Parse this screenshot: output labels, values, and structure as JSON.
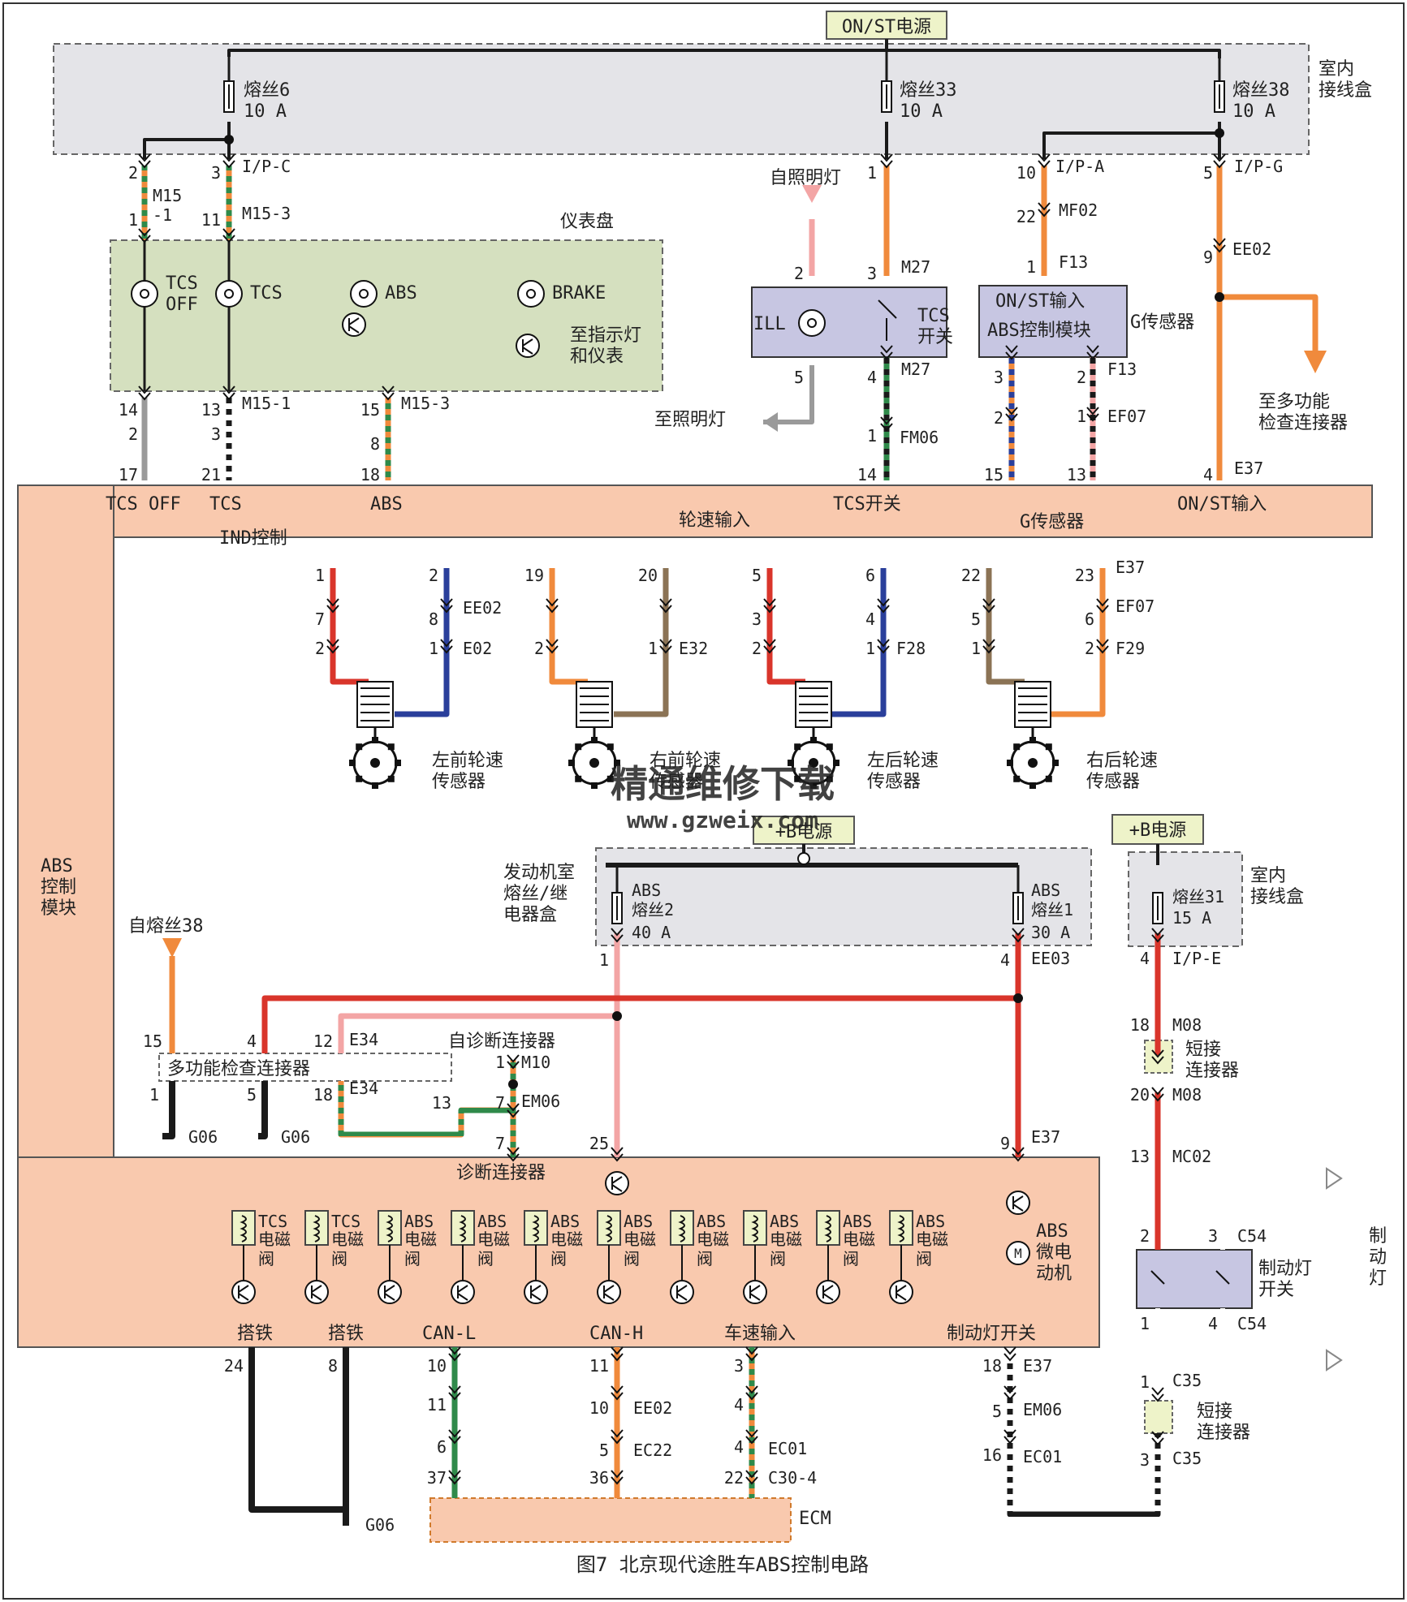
{
  "title": "图7  北京现代途胜车ABS控制电路",
  "power": {
    "on_st": "ON/ST电源",
    "b_plus_engine": "+B电源",
    "b_plus_cabin": "+B电源"
  },
  "junction_box": {
    "label": "室内\n接线盒",
    "fuses": [
      {
        "name": "熔丝6",
        "rating": "10 A"
      },
      {
        "name": "熔丝33",
        "rating": "10 A"
      },
      {
        "name": "熔丝38",
        "rating": "10 A"
      }
    ]
  },
  "cluster": {
    "label": "仪表盘",
    "lamps": [
      "TCS\nOFF",
      "TCS",
      "ABS",
      "BRAKE"
    ],
    "to_indicators": "至指示灯\n和仪表"
  },
  "tcs_switch": {
    "ill": "ILL",
    "label": "TCS\n开关",
    "from_illum": "自照明灯",
    "to_illum": "至照明灯"
  },
  "g_sensor": {
    "box_line1": "ON/ST输入",
    "box_line2": "ABS控制模块",
    "label": "G传感器"
  },
  "to_multi_connector": "至多功能\n检查连接器",
  "abs_module": {
    "label": "ABS\n控制\n模块",
    "inputs_top": [
      "TCS OFF",
      "TCS",
      "ABS",
      "TCS开关",
      "ON/ST输入"
    ],
    "ind_control": "IND控制",
    "g_sensor_label": "G传感器",
    "wheel_speed_input": "轮速输入",
    "diag_connector": "诊断连接器",
    "solenoids": [
      {
        "name": "TCS",
        "desc": "电磁\n阀"
      },
      {
        "name": "TCS",
        "desc": "电磁\n阀"
      },
      {
        "name": "ABS",
        "desc": "电磁\n阀"
      },
      {
        "name": "ABS",
        "desc": "电磁\n阀"
      },
      {
        "name": "ABS",
        "desc": "电磁\n阀"
      },
      {
        "name": "ABS",
        "desc": "电磁\n阀"
      },
      {
        "name": "ABS",
        "desc": "电磁\n阀"
      },
      {
        "name": "ABS",
        "desc": "电磁\n阀"
      },
      {
        "name": "ABS",
        "desc": "电磁\n阀"
      },
      {
        "name": "ABS",
        "desc": "电磁\n阀"
      }
    ],
    "motor_label": "ABS\n微电\n动机",
    "bottom_labels": [
      "搭铁",
      "搭铁",
      "CAN-L",
      "CAN-H",
      "车速输入",
      "制动灯开关"
    ]
  },
  "wheel_sensors": [
    "左前轮速\n传感器",
    "右前轮速\n传感器",
    "左后轮速\n传感器",
    "右后轮速\n传感器"
  ],
  "engine_fuse_box": {
    "label": "发动机室\n熔丝/继\n电器盒",
    "fuses": [
      {
        "name": "ABS\n熔丝2",
        "rating": "40 A"
      },
      {
        "name": "ABS\n熔丝1",
        "rating": "30 A"
      }
    ]
  },
  "cabin_box2": {
    "label": "室内\n接线盒",
    "fuse": "熔丝31",
    "rating": "15 A"
  },
  "from_fuse38": "自熔丝38",
  "multi_connector": "多功能检查连接器",
  "self_diag_connector": "自诊断连接器",
  "short_connector": "短接\n连接器",
  "brake_switch": {
    "label": "制动灯\n开关",
    "side": "制\n动\n灯"
  },
  "ecm": "ECM",
  "watermark": {
    "cn": "精通维修下载",
    "url": "www.gzweix.com"
  },
  "connectors": {
    "ip_c": "I/P-C",
    "ip_a": "I/P-A",
    "ip_g": "I/P-G",
    "ip_e": "I/P-E",
    "m15": "M15\n-1",
    "m15_3": "M15-3",
    "m15_1": "M15-1",
    "m27": "M27",
    "mf02": "MF02",
    "f13": "F13",
    "ee02": "EE02",
    "ef07": "EF07",
    "fm06": "FM06",
    "e37": "E37",
    "e02": "E02",
    "e32": "E32",
    "f28": "F28",
    "f29": "F29",
    "ee03": "EE03",
    "e34": "E34",
    "m10": "M10",
    "em06": "EM06",
    "g06": "G06",
    "m08": "M08",
    "mc02": "MC02",
    "c54": "C54",
    "c35": "C35",
    "ec22": "EC22",
    "ec01": "EC01",
    "c30_4": "C30-4"
  },
  "colors": {
    "orange": "#f08a3c",
    "red": "#d9352b",
    "pink": "#f3a5a5",
    "blue": "#2a3f9b",
    "green": "#2f8a4a",
    "gray": "#9a9a9a",
    "brown": "#8b7355",
    "black": "#1a1a1a",
    "module_fill": "#f9c9ae",
    "cluster_fill": "#d5e0bf",
    "box_fill": "#e4e4e8",
    "label_fill": "#eef3c9"
  }
}
